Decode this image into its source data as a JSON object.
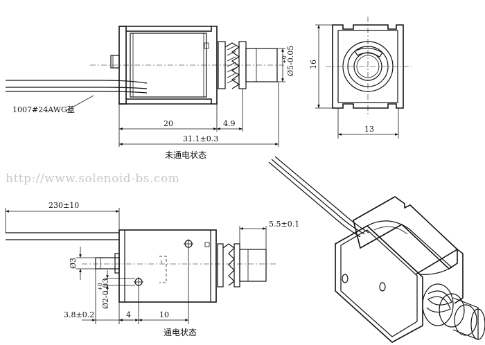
{
  "top_view": {
    "wire_label": "1007#24AWG蓝",
    "dim_body": "20",
    "dim_stroke": "4.9",
    "dim_total": "31.1±0.3",
    "dim_plunger_dia": "Ø5-0.05",
    "dim_plunger_dia_tol": "+0",
    "caption": "未通电状态"
  },
  "end_view": {
    "dim_height": "16",
    "dim_width": "13"
  },
  "bottom_view": {
    "dim_wire_len": "230±10",
    "dim_end": "5.5±0.1",
    "dim_rear_dia": "Ø3",
    "dim_hole_dia": "Ø2-0.03",
    "dim_hole_tol": "+0",
    "dim_rear_len": "3.8±0.2",
    "dim_hole_pos": "4",
    "dim_hole_pitch": "10",
    "caption": "通电状态"
  },
  "watermark": "http://www.solenoid-bs.com"
}
